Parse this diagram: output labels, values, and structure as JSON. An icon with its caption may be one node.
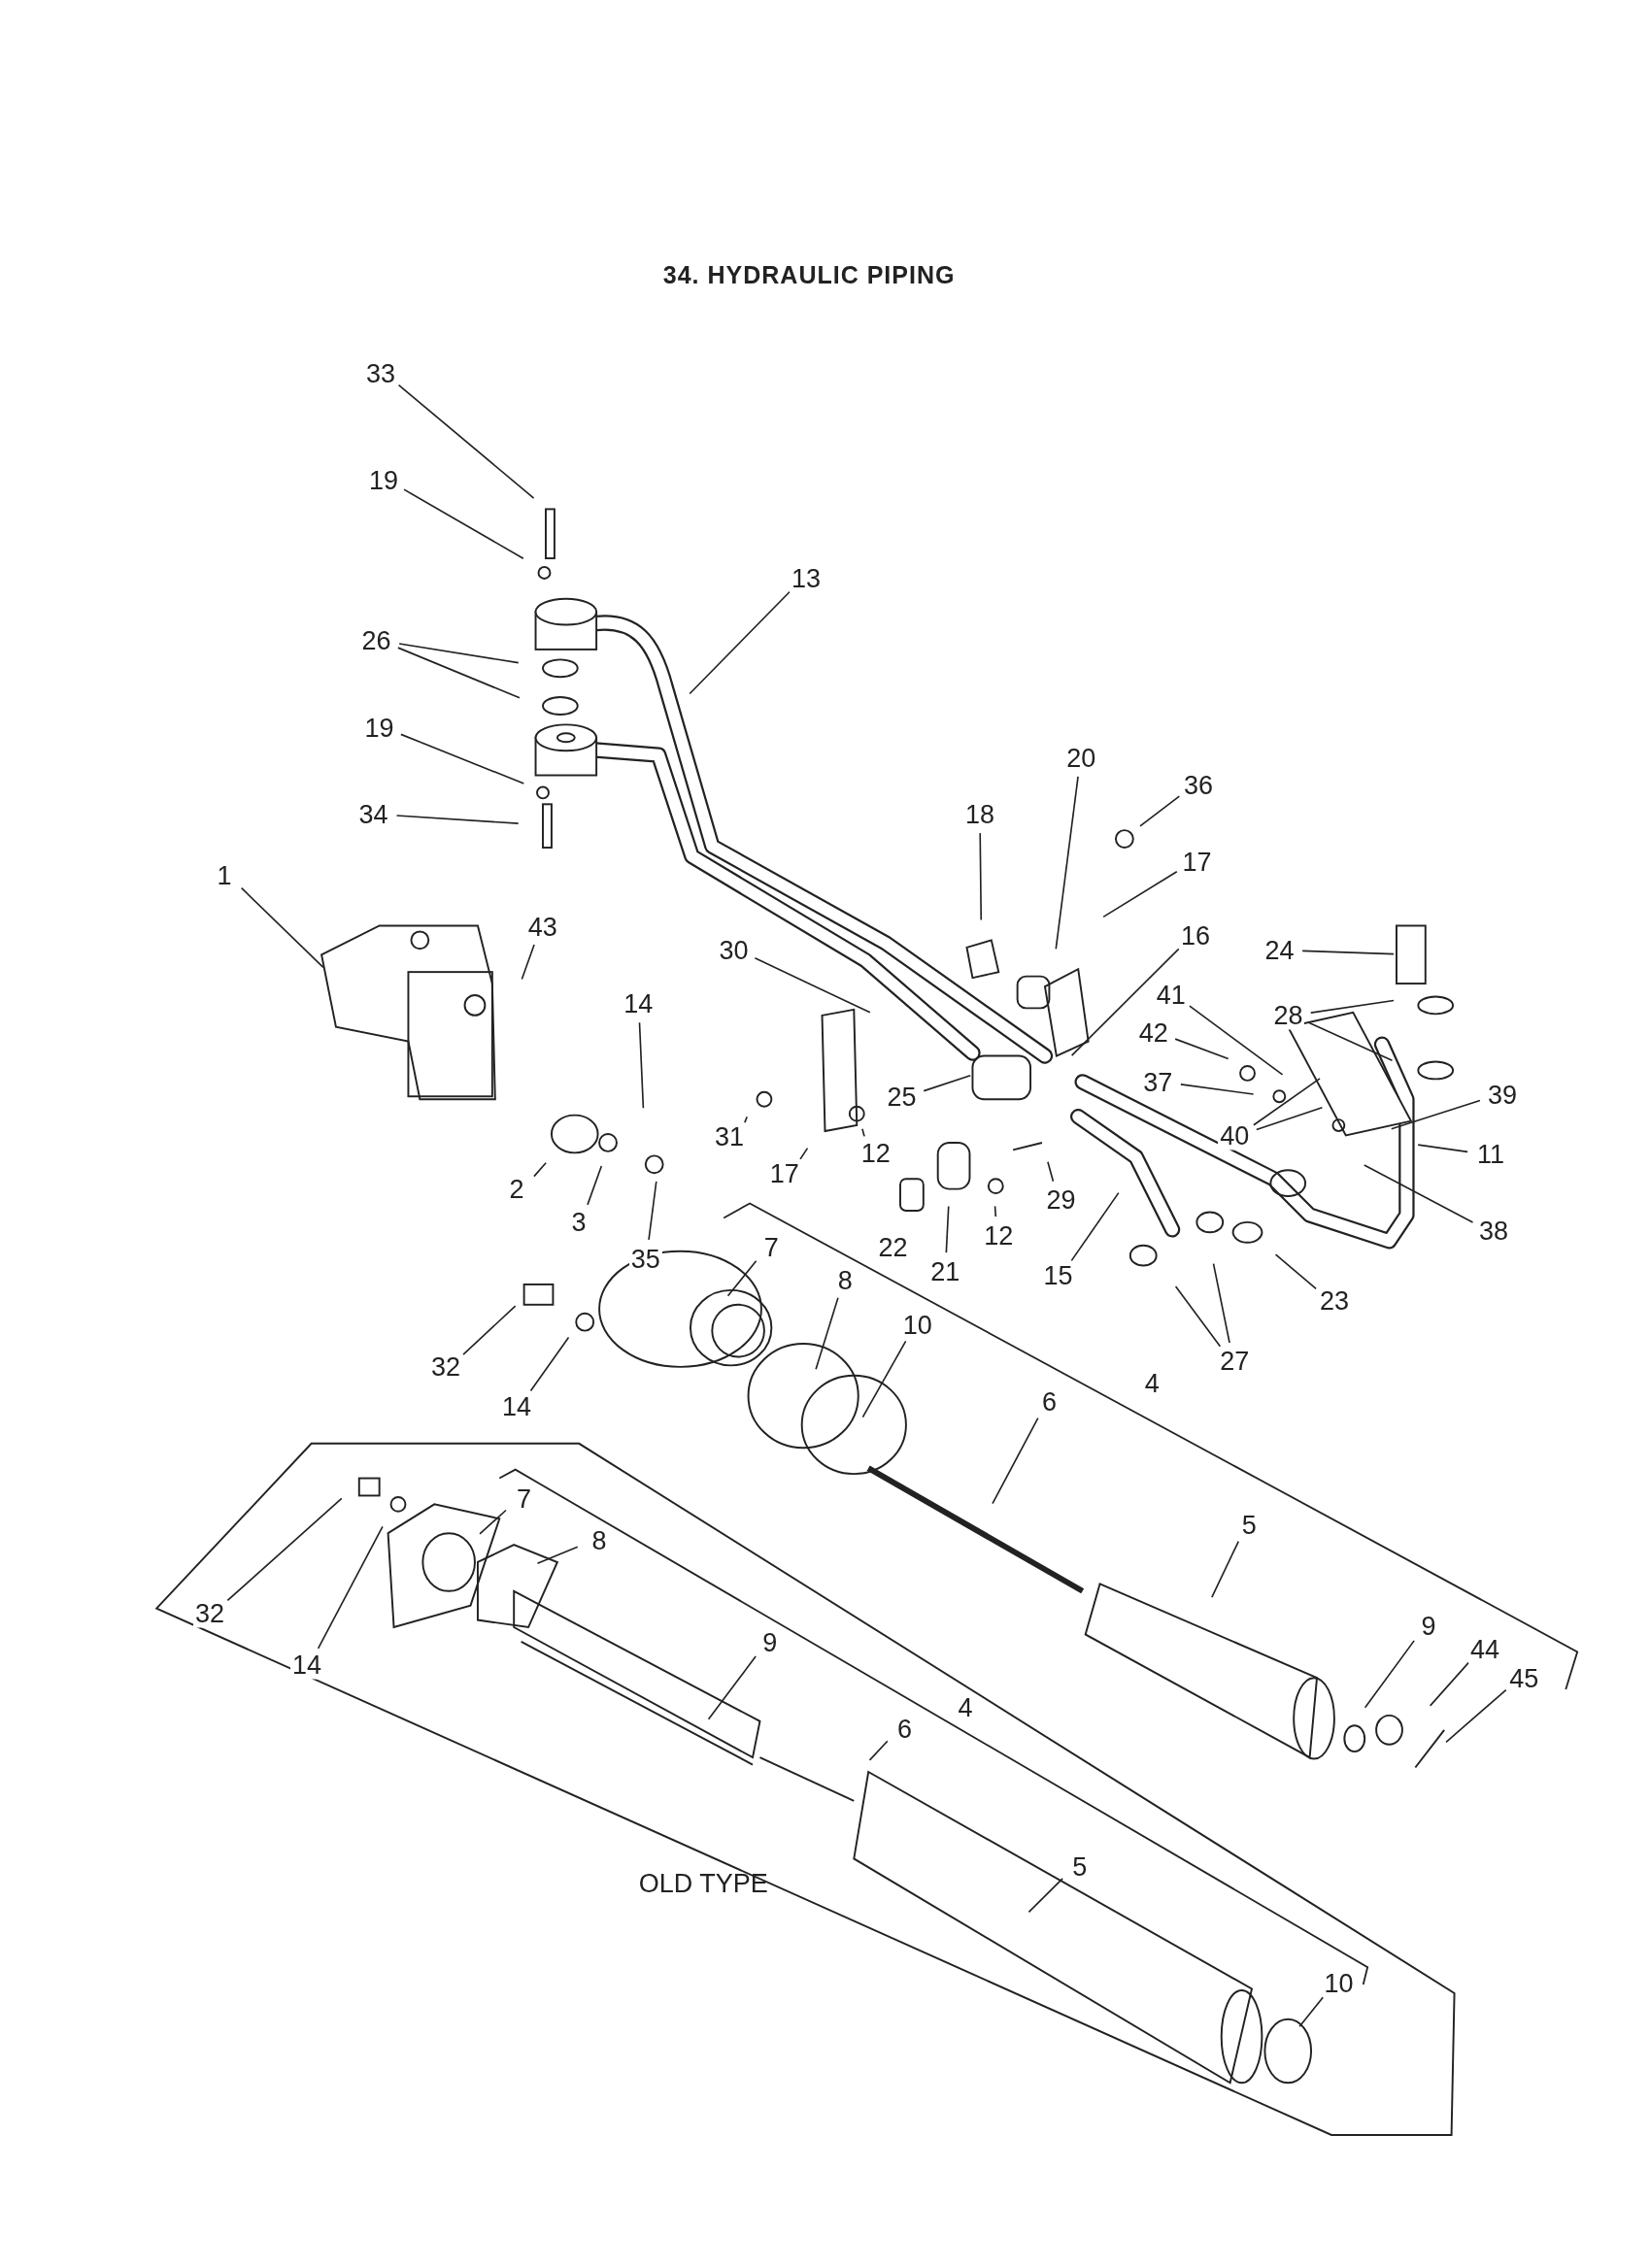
{
  "diagram": {
    "title": "34. HYDRAULIC PIPING",
    "nodes": [
      {
        "text": [
          "33"
        ]
      },
      {
        "text": [
          "19"
        ]
      },
      {
        "text": [
          "13"
        ]
      },
      {
        "text": [
          "26"
        ]
      },
      {
        "text": [
          "19"
        ]
      },
      {
        "text": [
          "34"
        ]
      },
      {
        "text": [
          "20"
        ]
      },
      {
        "text": [
          "36"
        ]
      },
      {
        "text": [
          "18"
        ]
      },
      {
        "text": [
          "17"
        ]
      },
      {
        "text": [
          "1"
        ]
      },
      {
        "text": [
          "43"
        ]
      },
      {
        "text": [
          "16"
        ]
      },
      {
        "text": [
          "24"
        ]
      },
      {
        "text": [
          "30"
        ]
      },
      {
        "text": [
          "41"
        ]
      },
      {
        "text": [
          "14"
        ]
      },
      {
        "text": [
          "42"
        ]
      },
      {
        "text": [
          "28"
        ]
      },
      {
        "text": [
          "25"
        ]
      },
      {
        "text": [
          "37"
        ]
      },
      {
        "text": [
          "39"
        ]
      },
      {
        "text": [
          "40"
        ]
      },
      {
        "text": [
          "31"
        ]
      },
      {
        "text": [
          "12"
        ]
      },
      {
        "text": [
          "11"
        ]
      },
      {
        "text": [
          "17"
        ]
      },
      {
        "text": [
          "2"
        ]
      },
      {
        "text": [
          "29"
        ]
      },
      {
        "text": [
          "3"
        ]
      },
      {
        "text": [
          "38"
        ]
      },
      {
        "text": [
          "12"
        ]
      },
      {
        "text": [
          "7"
        ]
      },
      {
        "text": [
          "35"
        ]
      },
      {
        "text": [
          "21"
        ]
      },
      {
        "text": [
          "15"
        ]
      },
      {
        "text": [
          "8"
        ]
      },
      {
        "text": [
          "23"
        ]
      },
      {
        "text": [
          "10"
        ]
      },
      {
        "text": [
          "27"
        ]
      },
      {
        "text": [
          "32"
        ]
      },
      {
        "text": [
          "6"
        ]
      },
      {
        "text": [
          "14"
        ]
      },
      {
        "text": [
          "7"
        ]
      },
      {
        "text": [
          "5"
        ]
      },
      {
        "text": [
          "8"
        ]
      },
      {
        "text": [
          "32"
        ]
      },
      {
        "text": [
          "9"
        ]
      },
      {
        "text": [
          "9"
        ]
      },
      {
        "text": [
          "44"
        ]
      },
      {
        "text": [
          "14"
        ]
      },
      {
        "text": [
          "45"
        ]
      },
      {
        "text": [
          "6"
        ]
      },
      {
        "text": [
          "5"
        ]
      },
      {
        "text": [
          "10"
        ]
      }
    ],
    "edges": [
      {
        "from": 0,
        "to": null,
        "arrow": "none"
      },
      {
        "from": 1,
        "to": null,
        "arrow": "none"
      },
      {
        "from": 2,
        "to": null,
        "arrow": "none"
      },
      {
        "from": 3,
        "to": null,
        "arrow": "none"
      },
      {
        "from": 3,
        "to": null,
        "arrow": "none"
      },
      {
        "from": 4,
        "to": null,
        "arrow": "none"
      },
      {
        "from": 5,
        "to": null,
        "arrow": "none"
      },
      {
        "from": 6,
        "to": null,
        "arrow": "none"
      },
      {
        "from": 7,
        "to": null,
        "arrow": "none"
      },
      {
        "from": 8,
        "to": null,
        "arrow": "none"
      },
      {
        "from": 9,
        "to": null,
        "arrow": "none"
      },
      {
        "from": 10,
        "to": null,
        "arrow": "none"
      },
      {
        "from": 11,
        "to": null,
        "arrow": "none"
      },
      {
        "from": 12,
        "to": null,
        "arrow": "none"
      },
      {
        "from": 13,
        "to": null,
        "arrow": "none"
      },
      {
        "from": 14,
        "to": null,
        "arrow": "none"
      },
      {
        "from": 15,
        "to": null,
        "arrow": "none"
      },
      {
        "from": 16,
        "to": null,
        "arrow": "none"
      },
      {
        "from": 17,
        "to": null,
        "arrow": "none"
      },
      {
        "from": 18,
        "to": null,
        "arrow": "none"
      },
      {
        "from": 18,
        "to": null,
        "arrow": "none"
      },
      {
        "from": 19,
        "to": null,
        "arrow": "none"
      },
      {
        "from": 20,
        "to": null,
        "arrow": "none"
      },
      {
        "from": 21,
        "to": null,
        "arrow": "none"
      },
      {
        "from": 22,
        "to": null,
        "arrow": "none"
      },
      {
        "from": 22,
        "to": null,
        "arrow": "none"
      },
      {
        "from": 23,
        "to": null,
        "arrow": "none"
      },
      {
        "from": 24,
        "to": null,
        "arrow": "none"
      },
      {
        "from": 25,
        "to": null,
        "arrow": "none"
      },
      {
        "from": 26,
        "to": null,
        "arrow": "none"
      },
      {
        "from": 27,
        "to": null,
        "arrow": "none"
      },
      {
        "from": 28,
        "to": null,
        "arrow": "none"
      },
      {
        "from": 29,
        "to": null,
        "arrow": "none"
      },
      {
        "from": 30,
        "to": null,
        "arrow": "none"
      },
      {
        "from": 31,
        "to": null,
        "arrow": "none"
      },
      {
        "from": 32,
        "to": null,
        "arrow": "none"
      },
      {
        "from": 33,
        "to": null,
        "arrow": "none"
      },
      {
        "from": 34,
        "to": null,
        "arrow": "none"
      },
      {
        "from": 35,
        "to": null,
        "arrow": "none"
      },
      {
        "from": 36,
        "to": null,
        "arrow": "none"
      },
      {
        "from": 37,
        "to": null,
        "arrow": "none"
      },
      {
        "from": 38,
        "to": null,
        "arrow": "none"
      },
      {
        "from": 39,
        "to": null,
        "arrow": "none"
      },
      {
        "from": 39,
        "to": null,
        "arrow": "none"
      },
      {
        "from": 40,
        "to": null,
        "arrow": "none"
      },
      {
        "from": 41,
        "to": null,
        "arrow": "none"
      },
      {
        "from": 42,
        "to": null,
        "arrow": "none"
      },
      {
        "from": 43,
        "to": null,
        "arrow": "none"
      },
      {
        "from": 44,
        "to": null,
        "arrow": "none"
      },
      {
        "from": 45,
        "to": null,
        "arrow": "none"
      },
      {
        "from": 46,
        "to": null,
        "arrow": "none"
      },
      {
        "from": 47,
        "to": null,
        "arrow": "none"
      },
      {
        "from": 48,
        "to": null,
        "arrow": "none"
      },
      {
        "from": 49,
        "to": null,
        "arrow": "none"
      },
      {
        "from": 50,
        "to": null,
        "arrow": "none"
      },
      {
        "from": 51,
        "to": null,
        "arrow": "none"
      },
      {
        "from": 52,
        "to": null,
        "arrow": "none"
      },
      {
        "from": 53,
        "to": null,
        "arrow": "none"
      },
      {
        "from": 54,
        "to": null,
        "arrow": "none"
      }
    ],
    "labels": [
      "22",
      "4",
      "4",
      "OLD TYPE"
    ]
  }
}
